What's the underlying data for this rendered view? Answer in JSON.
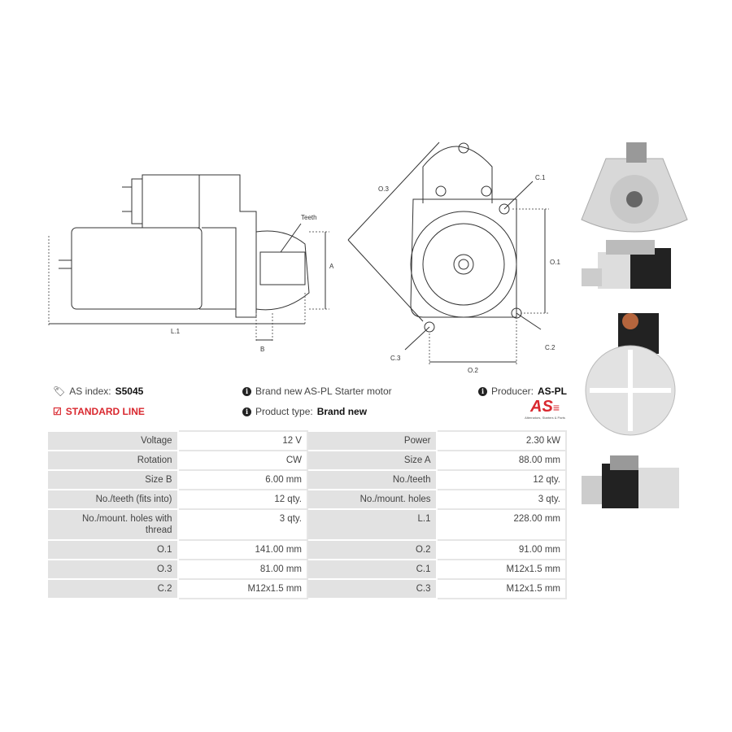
{
  "drawing": {
    "labels": {
      "teeth": "Teeth",
      "a": "A",
      "b": "B",
      "l1": "L.1",
      "o1": "O.1",
      "o2": "O.2",
      "o3": "O.3",
      "c1": "C.1",
      "c2": "C.2",
      "c3": "C.3"
    }
  },
  "info": {
    "as_index_label": "AS index:",
    "as_index_value": "S5045",
    "line": "STANDARD LINE",
    "description": "Brand new AS-PL Starter motor",
    "product_type_label": "Product type:",
    "product_type_value": "Brand new",
    "producer_label": "Producer:",
    "producer_value": "AS-PL"
  },
  "logo": {
    "text": "AS",
    "tagline": "Alternators, Starters & Parts"
  },
  "colors": {
    "accent": "#d9282f",
    "key_bg": "#e2e2e2"
  },
  "specs": [
    [
      "Voltage",
      "12 V",
      "Power",
      "2.30 kW"
    ],
    [
      "Rotation",
      "CW",
      "Size A",
      "88.00 mm"
    ],
    [
      "Size B",
      "6.00 mm",
      "No./teeth",
      "12 qty."
    ],
    [
      "No./teeth (fits into)",
      "12 qty.",
      "No./mount. holes",
      "3 qty."
    ],
    [
      "No./mount. holes with thread",
      "3 qty.",
      "L.1",
      "228.00 mm"
    ],
    [
      "O.1",
      "141.00 mm",
      "O.2",
      "91.00 mm"
    ],
    [
      "O.3",
      "81.00 mm",
      "C.1",
      "M12x1.5 mm"
    ],
    [
      "C.2",
      "M12x1.5 mm",
      "C.3",
      "M12x1.5 mm"
    ]
  ]
}
